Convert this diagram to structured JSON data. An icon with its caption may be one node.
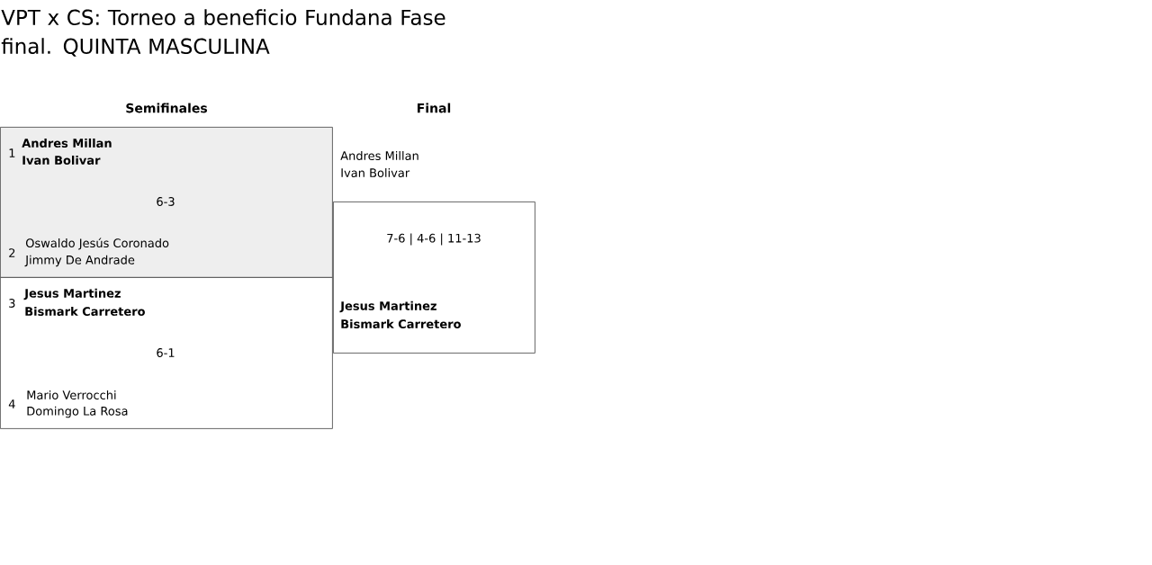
{
  "diagram": {
    "title": "VPT x CS: Torneo a beneficio Fundana Fase final. QUINTA MASCULINA",
    "nodes": [
      {
        "text": [
          "1",
          "Andres Millan",
          "Ivan Bolivar",
          "6-3",
          "2",
          "Oswaldo Jesús Coronado",
          "Jimmy De Andrade"
        ]
      },
      {
        "text": [
          "3",
          "Jesus Martinez",
          "Bismark Carretero",
          "6-1",
          "4",
          "Mario Verrocchi",
          "Domingo La Rosa"
        ]
      },
      {
        "text": [
          "Andres Millan",
          "Ivan Bolivar",
          "7-6 | 4-6 | 11-13",
          "Jesus Martinez",
          "Bismark Carretero"
        ]
      }
    ],
    "labels": [
      "Semifinales",
      "Final"
    ]
  }
}
